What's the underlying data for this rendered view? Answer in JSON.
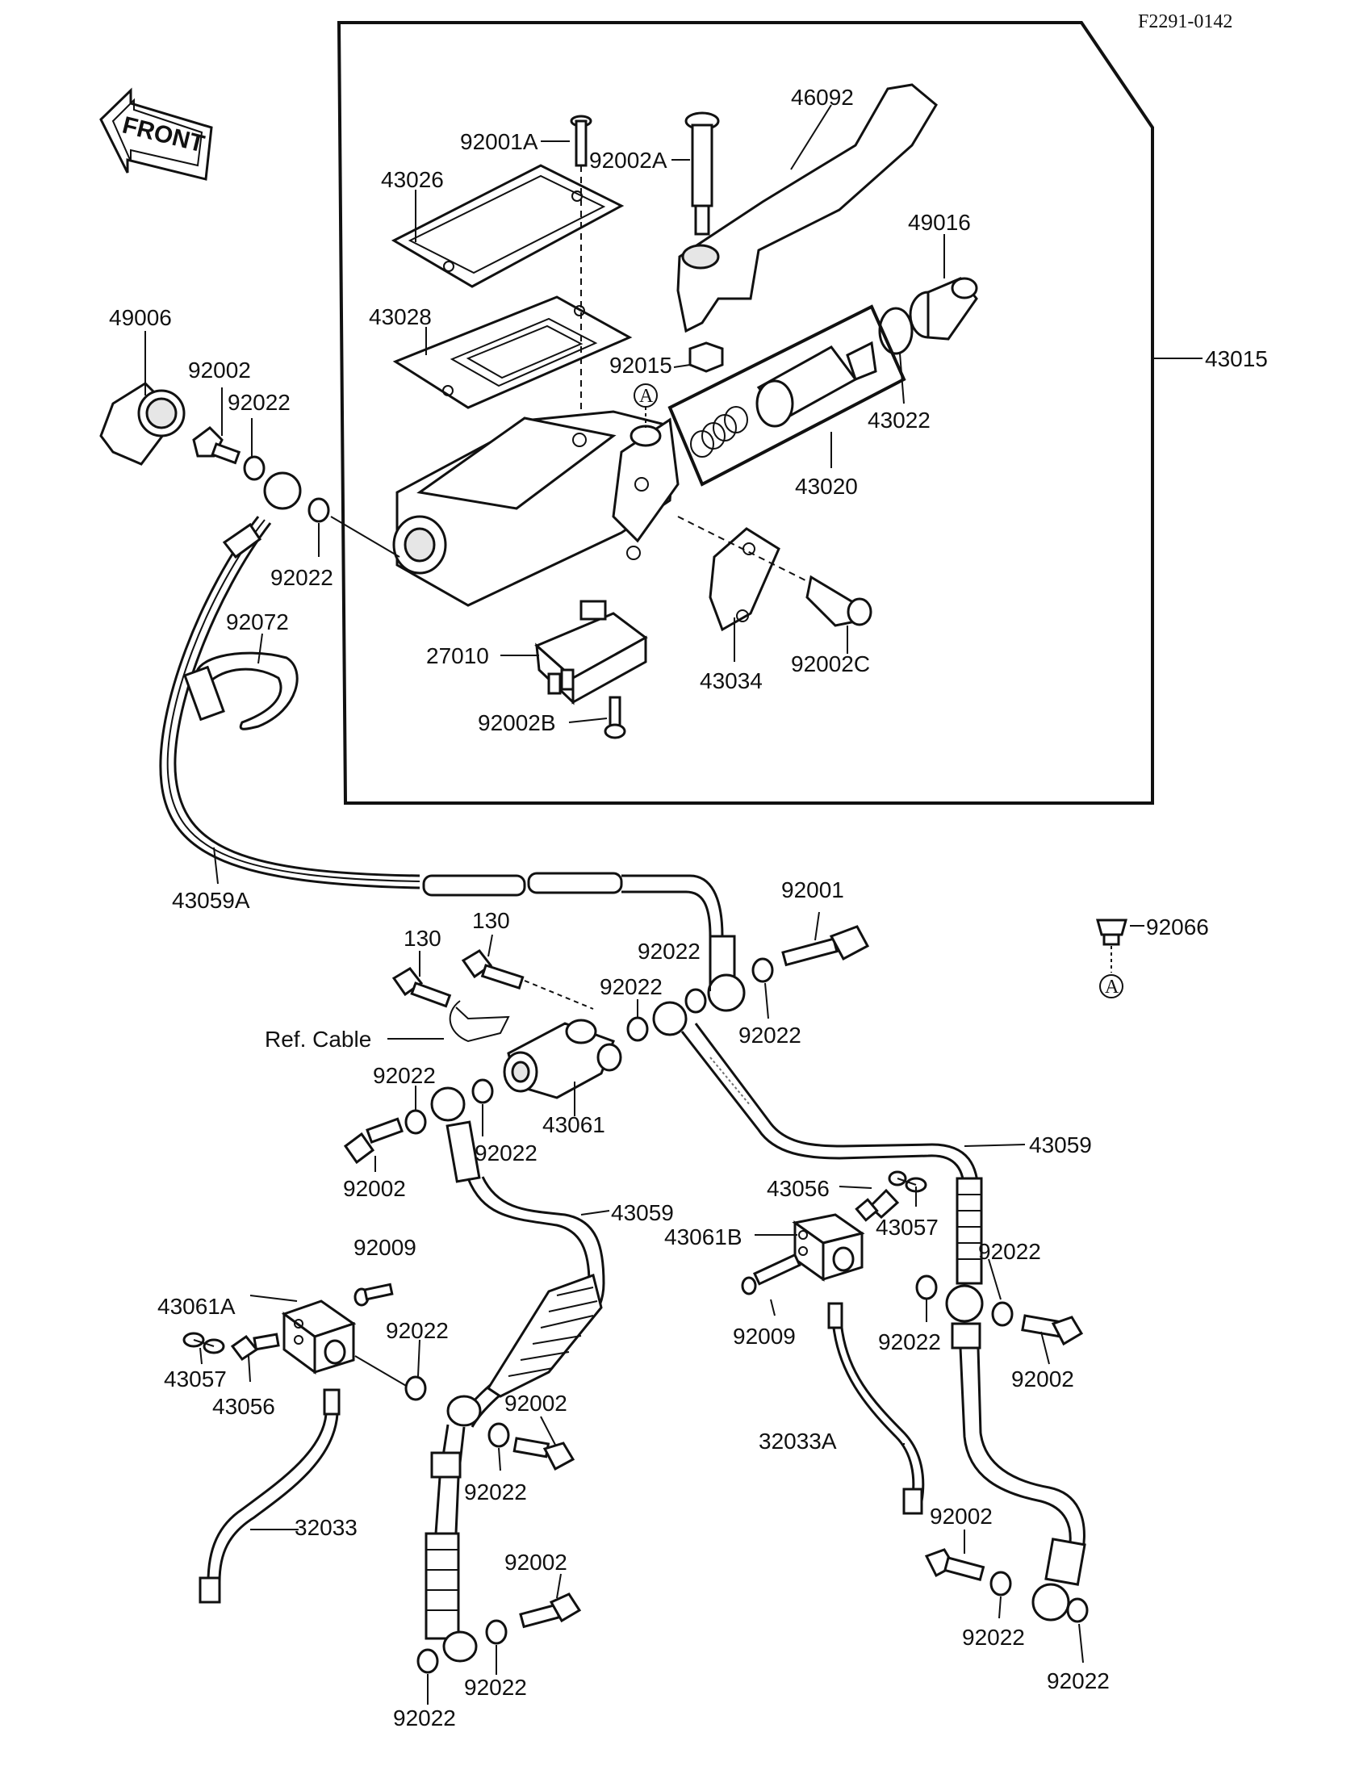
{
  "diagram_id": "F2291-0142",
  "front_label": "FRONT",
  "ref_marker": "A",
  "labels": {
    "p46092": "46092",
    "p92001A": "92001A",
    "p92002A": "92002A",
    "p43026": "43026",
    "p49016": "49016",
    "p49006": "49006",
    "p43028": "43028",
    "p43015": "43015",
    "p92002_top": "92002",
    "p92022_top1": "92022",
    "p92015": "92015",
    "p43022": "43022",
    "p43020": "43020",
    "p92022_top2": "92022",
    "p92072": "92072",
    "p27010": "27010",
    "p43034": "43034",
    "p92002C": "92002C",
    "p92002B": "92002B",
    "p43059A": "43059A",
    "p92001": "92001",
    "p92066": "92066",
    "p130a": "130",
    "p130b": "130",
    "p92022_m1": "92022",
    "p92022_m2": "92022",
    "p92022_m3": "92022",
    "ref_cable": "Ref. Cable",
    "p92022_m4": "92022",
    "p43061": "43061",
    "p92022_m5": "92022",
    "p43059_r": "43059",
    "p92002_m": "92002",
    "p43056_r": "43056",
    "p43059_l": "43059",
    "p43057_r": "43057",
    "p43061B": "43061B",
    "p92022_r1": "92022",
    "p92009_l": "92009",
    "p43061A": "43061A",
    "p92022_l1": "92022",
    "p92009_r": "92009",
    "p92022_r2": "92022",
    "p92002_r1": "92002",
    "p43057_l": "43057",
    "p43056_l": "43056",
    "p92002_l1": "92002",
    "p32033A": "32033A",
    "p92022_l2": "92022",
    "p32033": "32033",
    "p92002_r2": "92002",
    "p92002_l2": "92002",
    "p92022_r3": "92022",
    "p92022_l3": "92022",
    "p92022_r4": "92022",
    "p92022_l4": "92022"
  }
}
